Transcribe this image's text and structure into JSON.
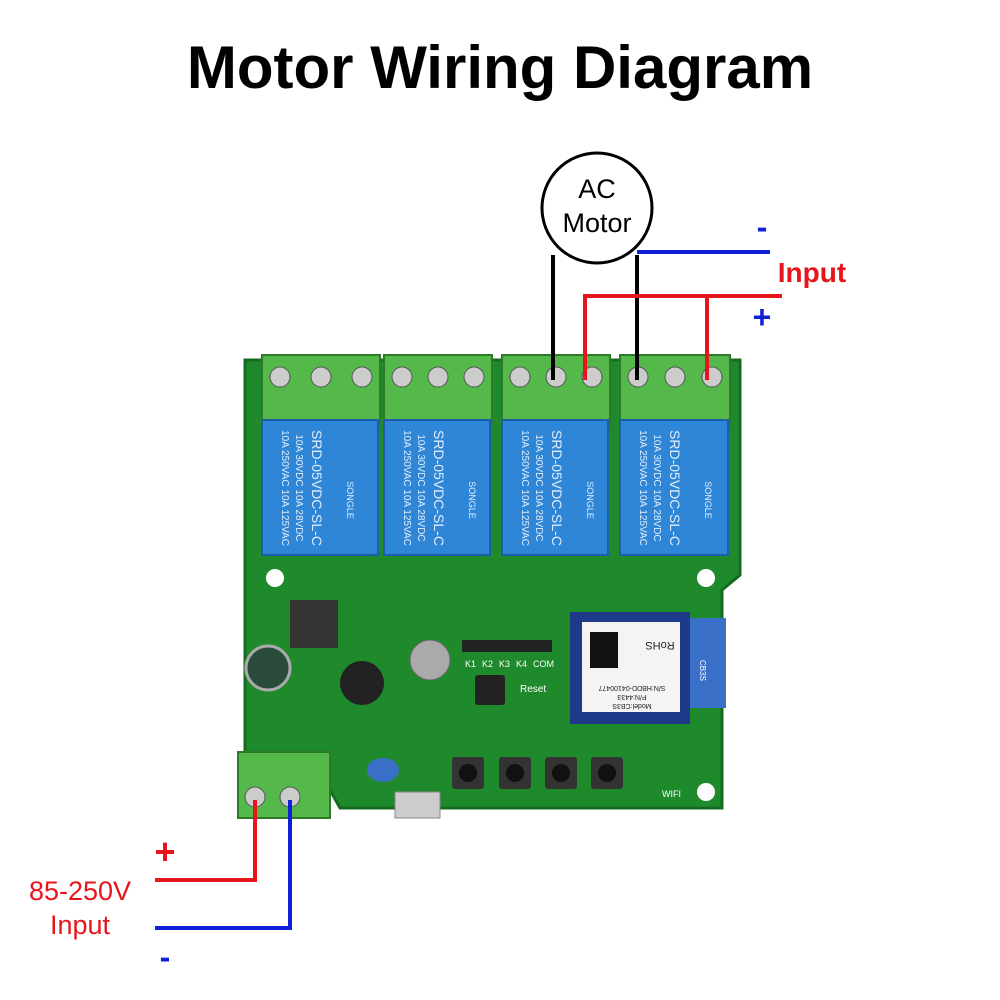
{
  "title": "Motor Wiring Diagram",
  "motor": {
    "line1": "AC",
    "line2": "Motor"
  },
  "motor_input": {
    "minus": "-",
    "label": "Input",
    "plus": "+"
  },
  "power_input": {
    "plus": "+",
    "voltage": "85-250V",
    "label": "Input",
    "minus": "-"
  },
  "relay": {
    "line1": "10A 250VAC  10A 125VAC",
    "line2": "10A 30VDC  10A 28VDC",
    "model": "SRD-05VDC-SL-C",
    "brand": "SONGLE"
  },
  "board": {
    "headers": [
      "K1",
      "K2",
      "K3",
      "K4",
      "COM"
    ],
    "reset": "Reset",
    "module": {
      "rohs": "RoHS",
      "model": "Model:CB3S",
      "pn": "P/N:4433",
      "sn": "S/N:HBDD-04100477",
      "side": "CB3S"
    },
    "wifi": "WIFI"
  },
  "colors": {
    "positive": "#e8141b",
    "negative": "#1020d8",
    "motor_wire": "#000000",
    "pcb": "#1f8a2c",
    "relay": "#2f86d6",
    "terminal": "#55b84a"
  }
}
